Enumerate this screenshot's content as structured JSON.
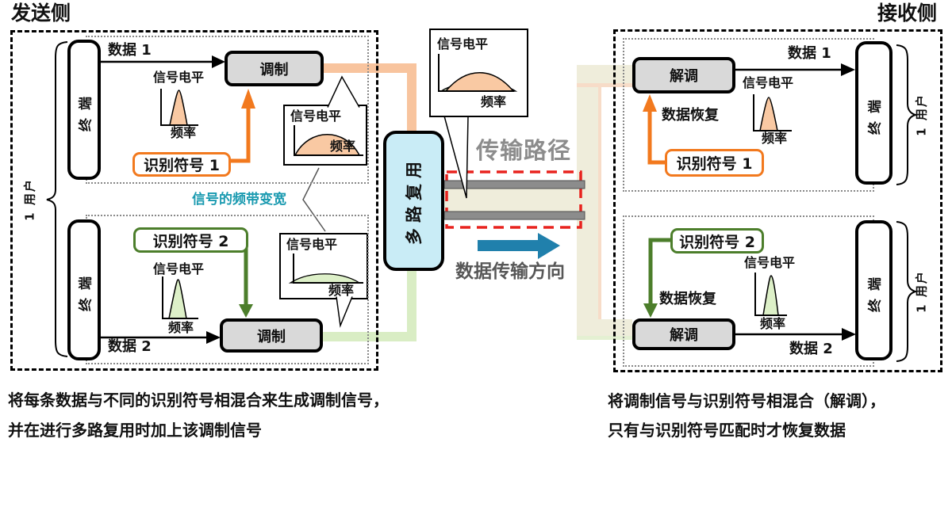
{
  "titles": {
    "sender": "发送侧",
    "receiver": "接收侧"
  },
  "boxes": {
    "terminal": "终端",
    "modulate": "调制",
    "demodulate": "解调",
    "multiplex": "多路复用",
    "id_symbol_1": "识别符号 1",
    "id_symbol_2": "识别符号 2"
  },
  "labels": {
    "data1": "数据 1",
    "data2": "数据 2",
    "signal_level": "信号电平",
    "frequency": "频率",
    "one_user": "1 用户",
    "data_recovery": "数据恢复",
    "band_widen": "信号的频带变宽",
    "transmission_path": "传输路径",
    "transmission_direction": "数据传输方向"
  },
  "captions": {
    "sender_line1": "将每条数据与不同的识别符号相混合来生成调制信号，",
    "sender_line2": "并在进行多路复用时加上该调制信号",
    "receiver_line1": "将调制信号与识别符号相混合（解调），",
    "receiver_line2": "只有与识别符号匹配时才恢复数据"
  },
  "colors": {
    "orange_accent": "#F2791E",
    "orange_fill": "#F9C9A3",
    "orange_path": "#F8C49E",
    "green_accent": "#4C7E2B",
    "green_fill": "#DDF0C8",
    "green_path": "#D9EDC4",
    "beige_path": "#EFEDDB",
    "cyan_box": "#C9ECF6",
    "teal_text": "#1A9AB0",
    "blue_arrow": "#2080AC",
    "red_dashed": "#E8231E",
    "gray_box": "#D9D9D9",
    "gray_bar": "#8C8C8C",
    "gray_label": "#8C8C8C",
    "dark_gray_label": "#575757"
  }
}
